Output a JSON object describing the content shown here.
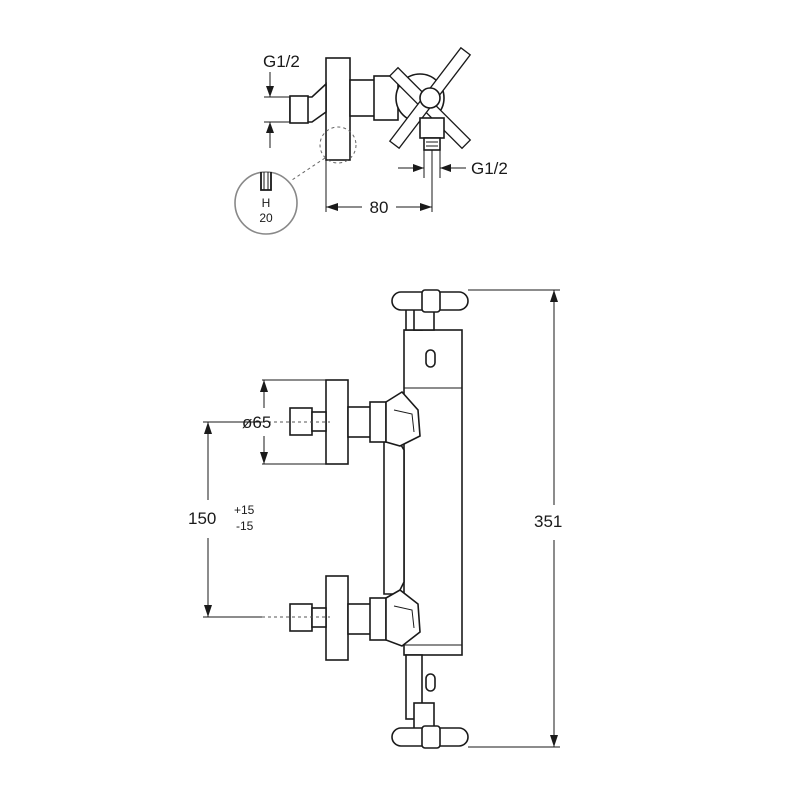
{
  "top_view": {
    "inlet_thread_label": "G1/2",
    "outlet_thread_label": "G1/2",
    "offset_label": "80",
    "detail": {
      "letter": "H",
      "value": "20"
    }
  },
  "front_view": {
    "escutcheon_diameter_label": "ø65",
    "inlet_spacing_label": "150",
    "inlet_spacing_tolerance_plus": "+15",
    "inlet_spacing_tolerance_minus": "-15",
    "overall_height_label": "351"
  },
  "colors": {
    "line": "#1a1a1a",
    "detail_circle": "#888888",
    "background": "#ffffff"
  }
}
